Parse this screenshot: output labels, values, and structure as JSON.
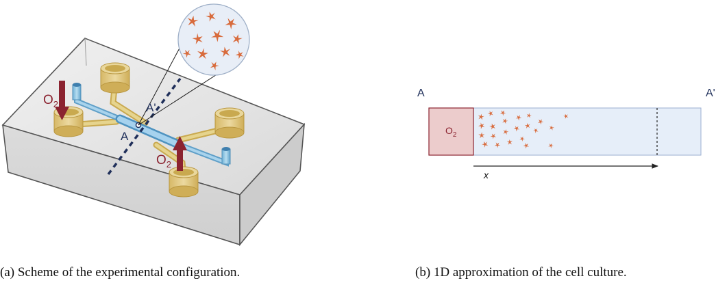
{
  "panel_a": {
    "caption": "(a) Scheme of the experimental configuration.",
    "oxygen_label_left": "O",
    "oxygen_label_right": "O",
    "oxygen_subscript": "2",
    "section_point_a": "A",
    "section_point_a_prime": "A'",
    "icons": [
      "microfluidic-chip",
      "oxygen-arrow",
      "cell-magnifier",
      "cell"
    ]
  },
  "panel_b": {
    "caption": "(b) 1D approximation of the cell culture.",
    "end_label_left": "A",
    "end_label_right": "A'",
    "reservoir_label": "O",
    "reservoir_subscript": "2",
    "axis_label": "x"
  },
  "colors": {
    "oxygen_arrow": "#8b2330",
    "oxygen_reservoir_fill": "#eccccc",
    "oxygen_reservoir_stroke": "#8b2330",
    "culture_fill": "#e6eef9",
    "culture_stroke": "#9aaed0",
    "cell": "#d86b3c",
    "channel_yellow": "#d8c274",
    "channel_blue": "#8cc2e0",
    "chip_body": "#e8e8e8",
    "section_line": "#1f2f5a"
  }
}
